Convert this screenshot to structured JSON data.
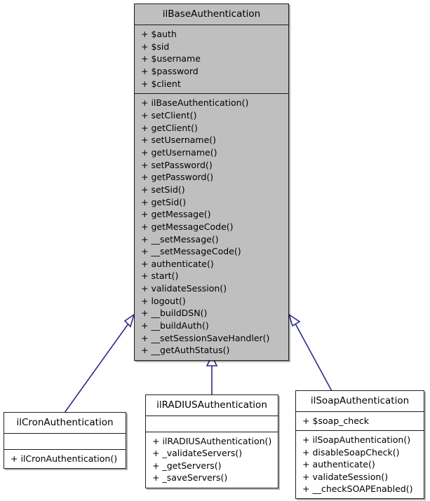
{
  "diagram": {
    "type": "uml-class-inheritance",
    "title": "ilBaseAuthentication inheritance diagram",
    "colors": {
      "base_fill": "#bfbfbf",
      "subclass_fill": "#ffffff",
      "border": "#1a1a1a",
      "edge": "#2a2a8c",
      "text": "#000000"
    },
    "classes": [
      {
        "id": "base",
        "name": "ilBaseAuthentication",
        "attributes": [
          "+ $auth",
          "+ $sid",
          "+ $username",
          "+ $password",
          "+ $client"
        ],
        "methods": [
          "+ ilBaseAuthentication()",
          "+ setClient()",
          "+ getClient()",
          "+ setUsername()",
          "+ getUsername()",
          "+ setPassword()",
          "+ getPassword()",
          "+ setSid()",
          "+ getSid()",
          "+ getMessage()",
          "+ getMessageCode()",
          "+ __setMessage()",
          "+ __setMessageCode()",
          "+ authenticate()",
          "+ start()",
          "+ validateSession()",
          "+ logout()",
          "+ __buildDSN()",
          "+ __buildAuth()",
          "+ __setSessionSaveHandler()",
          "+ __getAuthStatus()"
        ]
      },
      {
        "id": "cron",
        "name": "ilCronAuthentication",
        "attributes": [],
        "methods": [
          "+ ilCronAuthentication()"
        ]
      },
      {
        "id": "radius",
        "name": "ilRADIUSAuthentication",
        "attributes": [],
        "methods": [
          "+ ilRADIUSAuthentication()",
          "+ _validateServers()",
          "+ _getServers()",
          "+ _saveServers()"
        ]
      },
      {
        "id": "soap",
        "name": "ilSoapAuthentication",
        "attributes": [
          "+ $soap_check"
        ],
        "methods": [
          "+ ilSoapAuthentication()",
          "+ disableSoapCheck()",
          "+ authenticate()",
          "+ validateSession()",
          "+ __checkSOAPEnabled()"
        ]
      }
    ],
    "edges": [
      {
        "from": "cron",
        "to": "base",
        "relation": "generalization"
      },
      {
        "from": "radius",
        "to": "base",
        "relation": "generalization"
      },
      {
        "from": "soap",
        "to": "base",
        "relation": "generalization"
      }
    ]
  }
}
